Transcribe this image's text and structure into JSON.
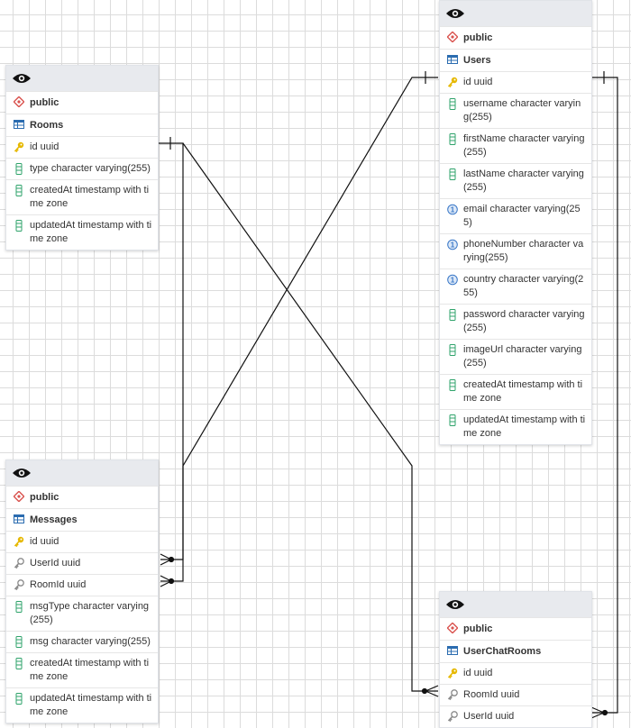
{
  "tables": {
    "rooms": {
      "schema": "public",
      "name": "Rooms",
      "columns": [
        "id uuid",
        "type character varying(255)",
        "createdAt timestamp with time zone",
        "updatedAt timestamp with time zone"
      ]
    },
    "users": {
      "schema": "public",
      "name": "Users",
      "columns": [
        "id uuid",
        "username character varying(255)",
        "firstName character varying(255)",
        "lastName character varying (255)",
        "email character varying(255)",
        "phoneNumber character varying(255)",
        "country character varying(255)",
        "password character varying (255)",
        "imageUrl character varying (255)",
        "createdAt timestamp with time zone",
        "updatedAt timestamp with time zone"
      ]
    },
    "messages": {
      "schema": "public",
      "name": "Messages",
      "columns": [
        "id uuid",
        "UserId uuid",
        "RoomId uuid",
        "msgType character varying (255)",
        "msg character varying(255)",
        "createdAt timestamp with time zone",
        "updatedAt timestamp with time zone"
      ]
    },
    "userchatrooms": {
      "schema": "public",
      "name": "UserChatRooms",
      "columns": [
        "id uuid",
        "RoomId uuid",
        "UserId uuid"
      ]
    }
  },
  "icons": {
    "view": "eye-icon",
    "schema": "schema-icon",
    "table": "table-icon",
    "primary_key": "primary-key-icon",
    "foreign_key": "foreign-key-icon",
    "column": "column-icon",
    "unique_column": "unique-column-icon"
  },
  "relationships": [
    "Users.id → Messages.UserId",
    "Rooms.id → Messages.RoomId",
    "Rooms.id → UserChatRooms.RoomId",
    "Users.id → UserChatRooms.UserId"
  ],
  "colors": {
    "schema": "#d9534f",
    "table": "#2b6cb0",
    "primary_key": "#e6b800",
    "foreign_key": "#8a8a8a",
    "column": "#2fa36b",
    "unique": "#3a78c8",
    "line": "#111111",
    "grid": "#dcdcdc"
  }
}
